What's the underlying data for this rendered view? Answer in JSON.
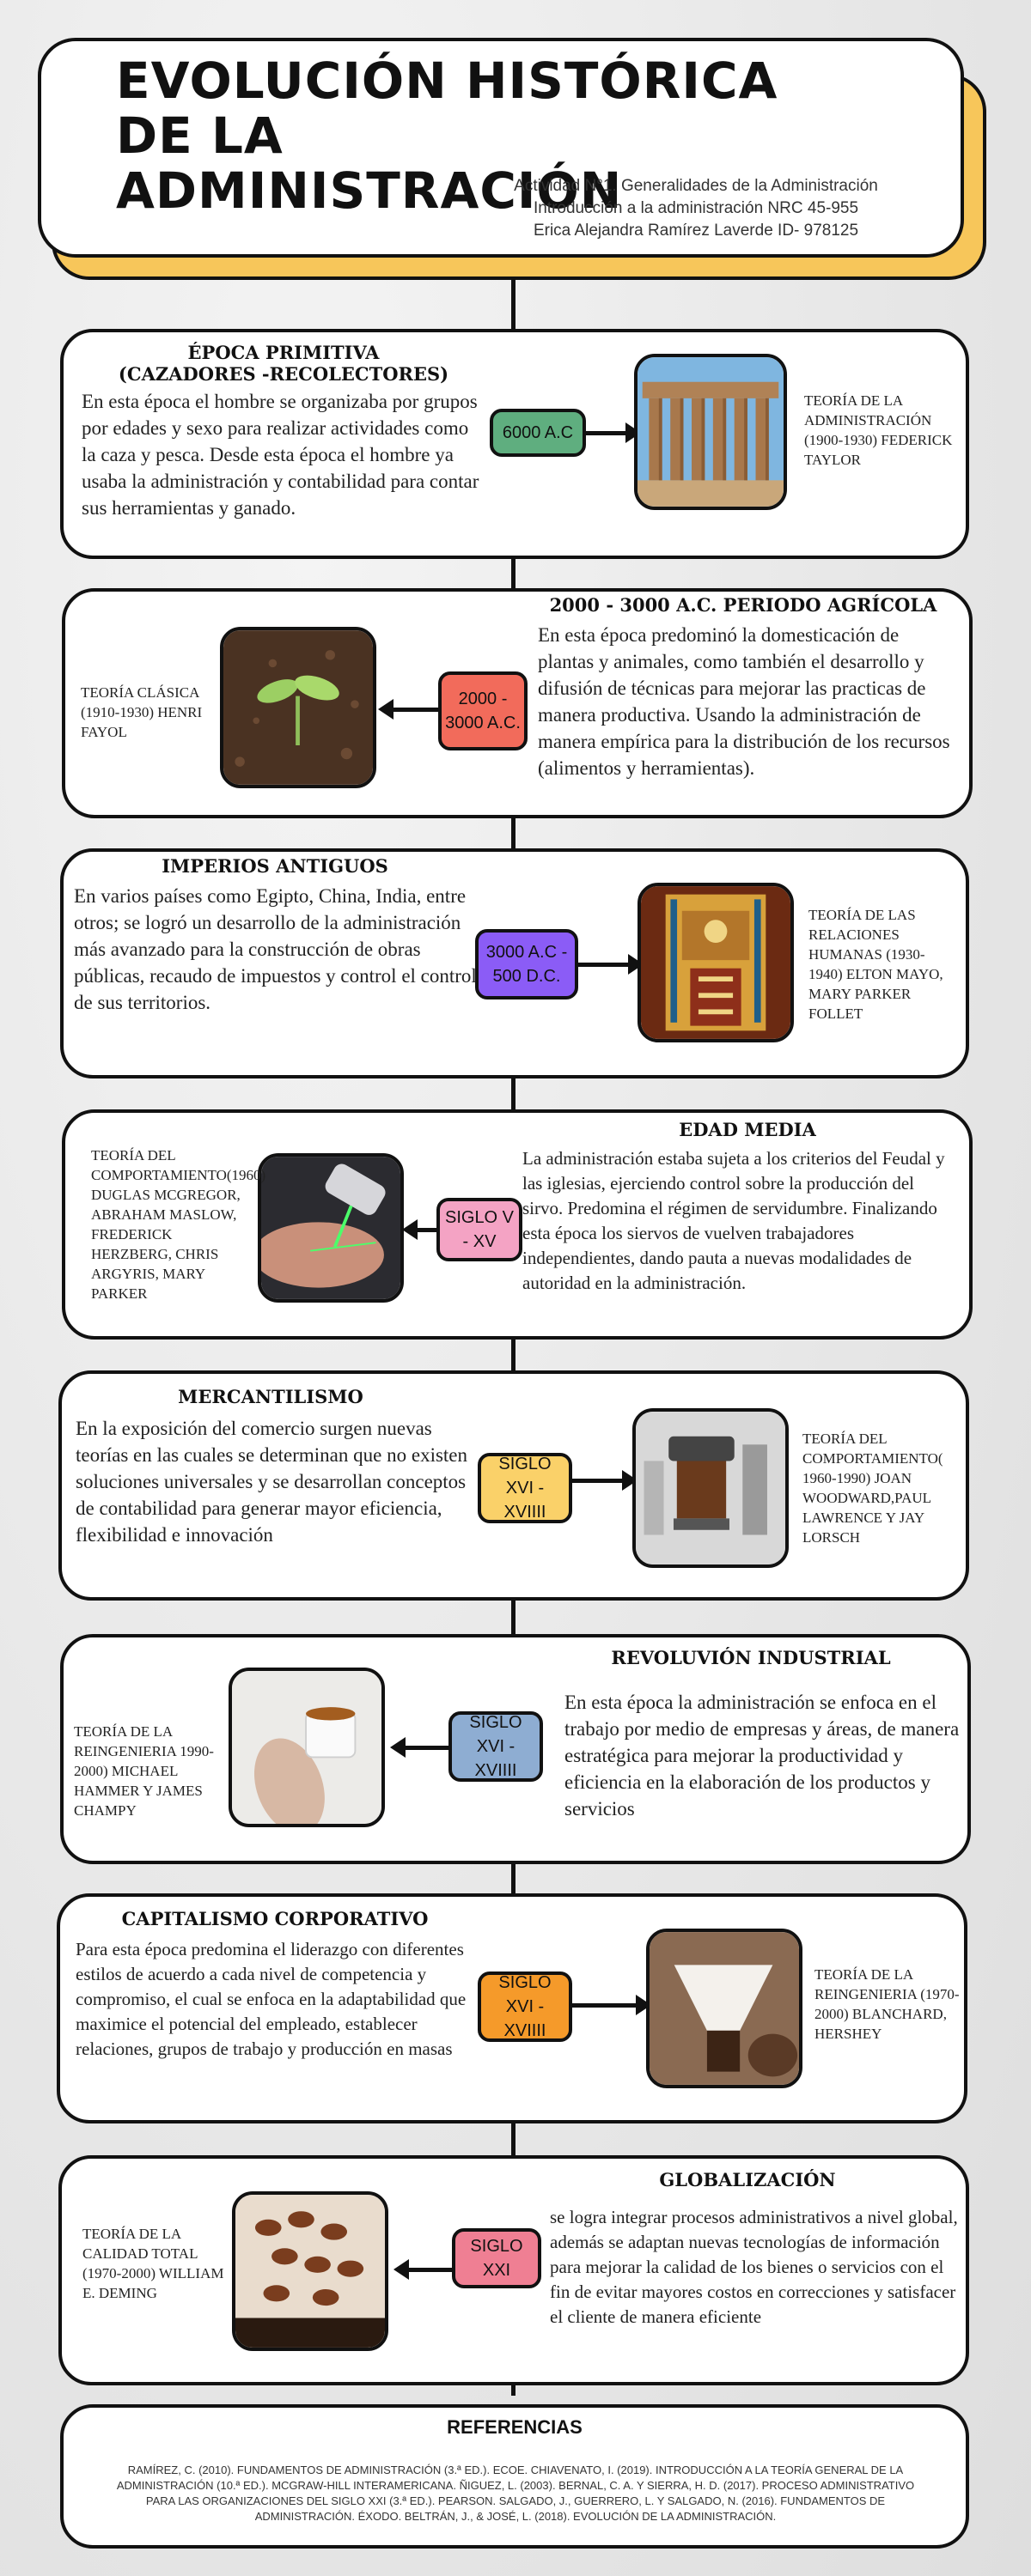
{
  "header": {
    "title_line1": "EVOLUCIÓN HISTÓRICA",
    "title_line2": "DE LA ADMINISTRACIÓN",
    "subtitle_line1": "Actividad N°1. Generalidades de la Administración",
    "subtitle_line2": "Introducción a la administración NRC 45-955",
    "subtitle_line3": "Erica Alejandra Ramírez Laverde ID- 978125"
  },
  "colors": {
    "accent_yellow": "#f7c65a",
    "badge_green": "#5fae7f",
    "badge_red": "#f26b5b",
    "badge_purple": "#8b5cf6",
    "badge_pink": "#f4a3c4",
    "badge_yellow": "#fad169",
    "badge_blue": "#8eadd2",
    "badge_orange": "#f59a2a",
    "badge_rose": "#ef7f93"
  },
  "eras": [
    {
      "title_line1": "ÉPOCA PRIMITIVA",
      "title_line2": "(CAZADORES -RECOLECTORES)",
      "text": "En esta época el hombre se organizaba por grupos por edades y sexo para realizar actividades como la caza y pesca. Desde esta época el hombre ya usaba la administración y contabilidad para contar sus herramientas y ganado.",
      "badge": "6000 A.C",
      "theory": "TEORÍA DE LA ADMINISTRACIÓN (1900-1930) FEDERICK TAYLOR",
      "photo": "greek-columns-photo"
    },
    {
      "title": "2000 - 3000 A.C. PERIODO AGRÍCOLA",
      "text": "En esta época predominó la domesticación de plantas y animales, como también el desarrollo y difusión de técnicas para mejorar las practicas de manera productiva. Usando la administración de manera empírica para la distribución de los recursos (alimentos y herramientas).",
      "badge": "2000 - 3000 A.C.",
      "theory": "TEORÍA CLÁSICA (1910-1930) HENRI FAYOL",
      "photo": "plant-sprout-photo"
    },
    {
      "title": "IMPERIOS ANTIGUOS",
      "text": "En varios países como Egipto, China, India, entre otros; se logró un desarrollo de la administración más avanzado para la construcción de obras públicas, recaudo de impuestos y control el control de sus territorios.",
      "badge": "3000 A.C - 500 D.C.",
      "theory": "TEORÍA DE LAS RELACIONES HUMANAS (1930-1940) ELTON MAYO, MARY PARKER FOLLET",
      "photo": "egyptian-mural-photo"
    },
    {
      "title": "EDAD MEDIA",
      "text": "La administración estaba sujeta a los criterios del Feudal y las iglesias, ejerciendo control sobre la producción del sirvo. Predomina el régimen de servidumbre. Finalizando esta época los siervos de vuelven trabajadores independientes, dando pauta a nuevas modalidades de autoridad en la administración.",
      "badge": "SIGLO V - XV",
      "theory": "TEORÍA DEL COMPORTAMIENTO(1960) DUGLAS MCGREGOR, ABRAHAM MASLOW, FREDERICK HERZBERG, CHRIS ARGYRIS, MARY PARKER",
      "photo": "laser-hand-photo"
    },
    {
      "title": "MERCANTILISMO",
      "text": "En la exposición del comercio surgen nuevas teorías en las cuales se determinan que no existen soluciones universales y se desarrollan conceptos de contabilidad para generar mayor eficiencia, flexibilidad e innovación",
      "badge": "SIGLO XVI - XVIIII",
      "theory": "TEORÍA DEL COMPORTAMIENTO( 1960-1990) JOAN WOODWARD,PAUL LAWRENCE Y JAY LORSCH",
      "photo": "coffee-machine-photo"
    },
    {
      "title": "REVOLUVIÓN INDUSTRIAL",
      "text": "En esta época la administración se enfoca en el trabajo por medio de empresas y áreas, de manera estratégica para mejorar la productividad y eficiencia en la elaboración de los productos y servicios",
      "badge": "SIGLO XVI - XVIIII",
      "theory": "TEORÍA DE LA REINGENIERIA 1990-2000) MICHAEL HAMMER Y JAMES CHAMPY",
      "photo": "espresso-cup-photo"
    },
    {
      "title": "CAPITALISMO CORPORATIVO",
      "text": "Para esta época predomina el liderazgo con diferentes estilos de acuerdo a cada nivel de competencia y compromiso, el cual se enfoca en la adaptabilidad que maximice el potencial del empleado, establecer relaciones, grupos de trabajo y producción en masas",
      "badge": "SIGLO XVI - XVIIII",
      "theory": "TEORÍA DE LA REINGENIERIA (1970-2000) BLANCHARD, HERSHEY",
      "photo": "coffee-filter-photo"
    },
    {
      "title": "GLOBALIZACIÓN",
      "text": "se logra integrar procesos administrativos a nivel global, además se adaptan nuevas tecnologías de información para mejorar la calidad de los bienes o servicios con el fin de evitar mayores costos en correcciones y satisfacer el cliente de manera eficiente",
      "badge": "SIGLO XXI",
      "theory": "TEORÍA DE LA CALIDAD TOTAL (1970-2000) WILLIAM E. DEMING",
      "photo": "coffee-beans-photo"
    }
  ],
  "references": {
    "title": "REFERENCIAS",
    "text": "RAMÍREZ, C. (2010). FUNDAMENTOS DE ADMINISTRACIÓN (3.ª ED.). ECOE. CHIAVENATO, I. (2019). INTRODUCCIÓN A LA TEORÍA GENERAL DE LA ADMINISTRACIÓN (10.ª ED.). MCGRAW-HILL INTERAMERICANA. ÑIGUEZ, L. (2003). BERNAL, C. A. Y SIERRA, H. D. (2017). PROCESO ADMINISTRATIVO PARA LAS ORGANIZACIONES DEL SIGLO XXI (3.ª ED.). PEARSON. SALGADO, J., GUERRERO, L. Y SALGADO, N. (2016). FUNDAMENTOS DE ADMINISTRACIÓN. ÉXODO. BELTRÁN, J., & JOSÉ, L. (2018). EVOLUCIÓN DE LA ADMINISTRACIÓN."
  }
}
